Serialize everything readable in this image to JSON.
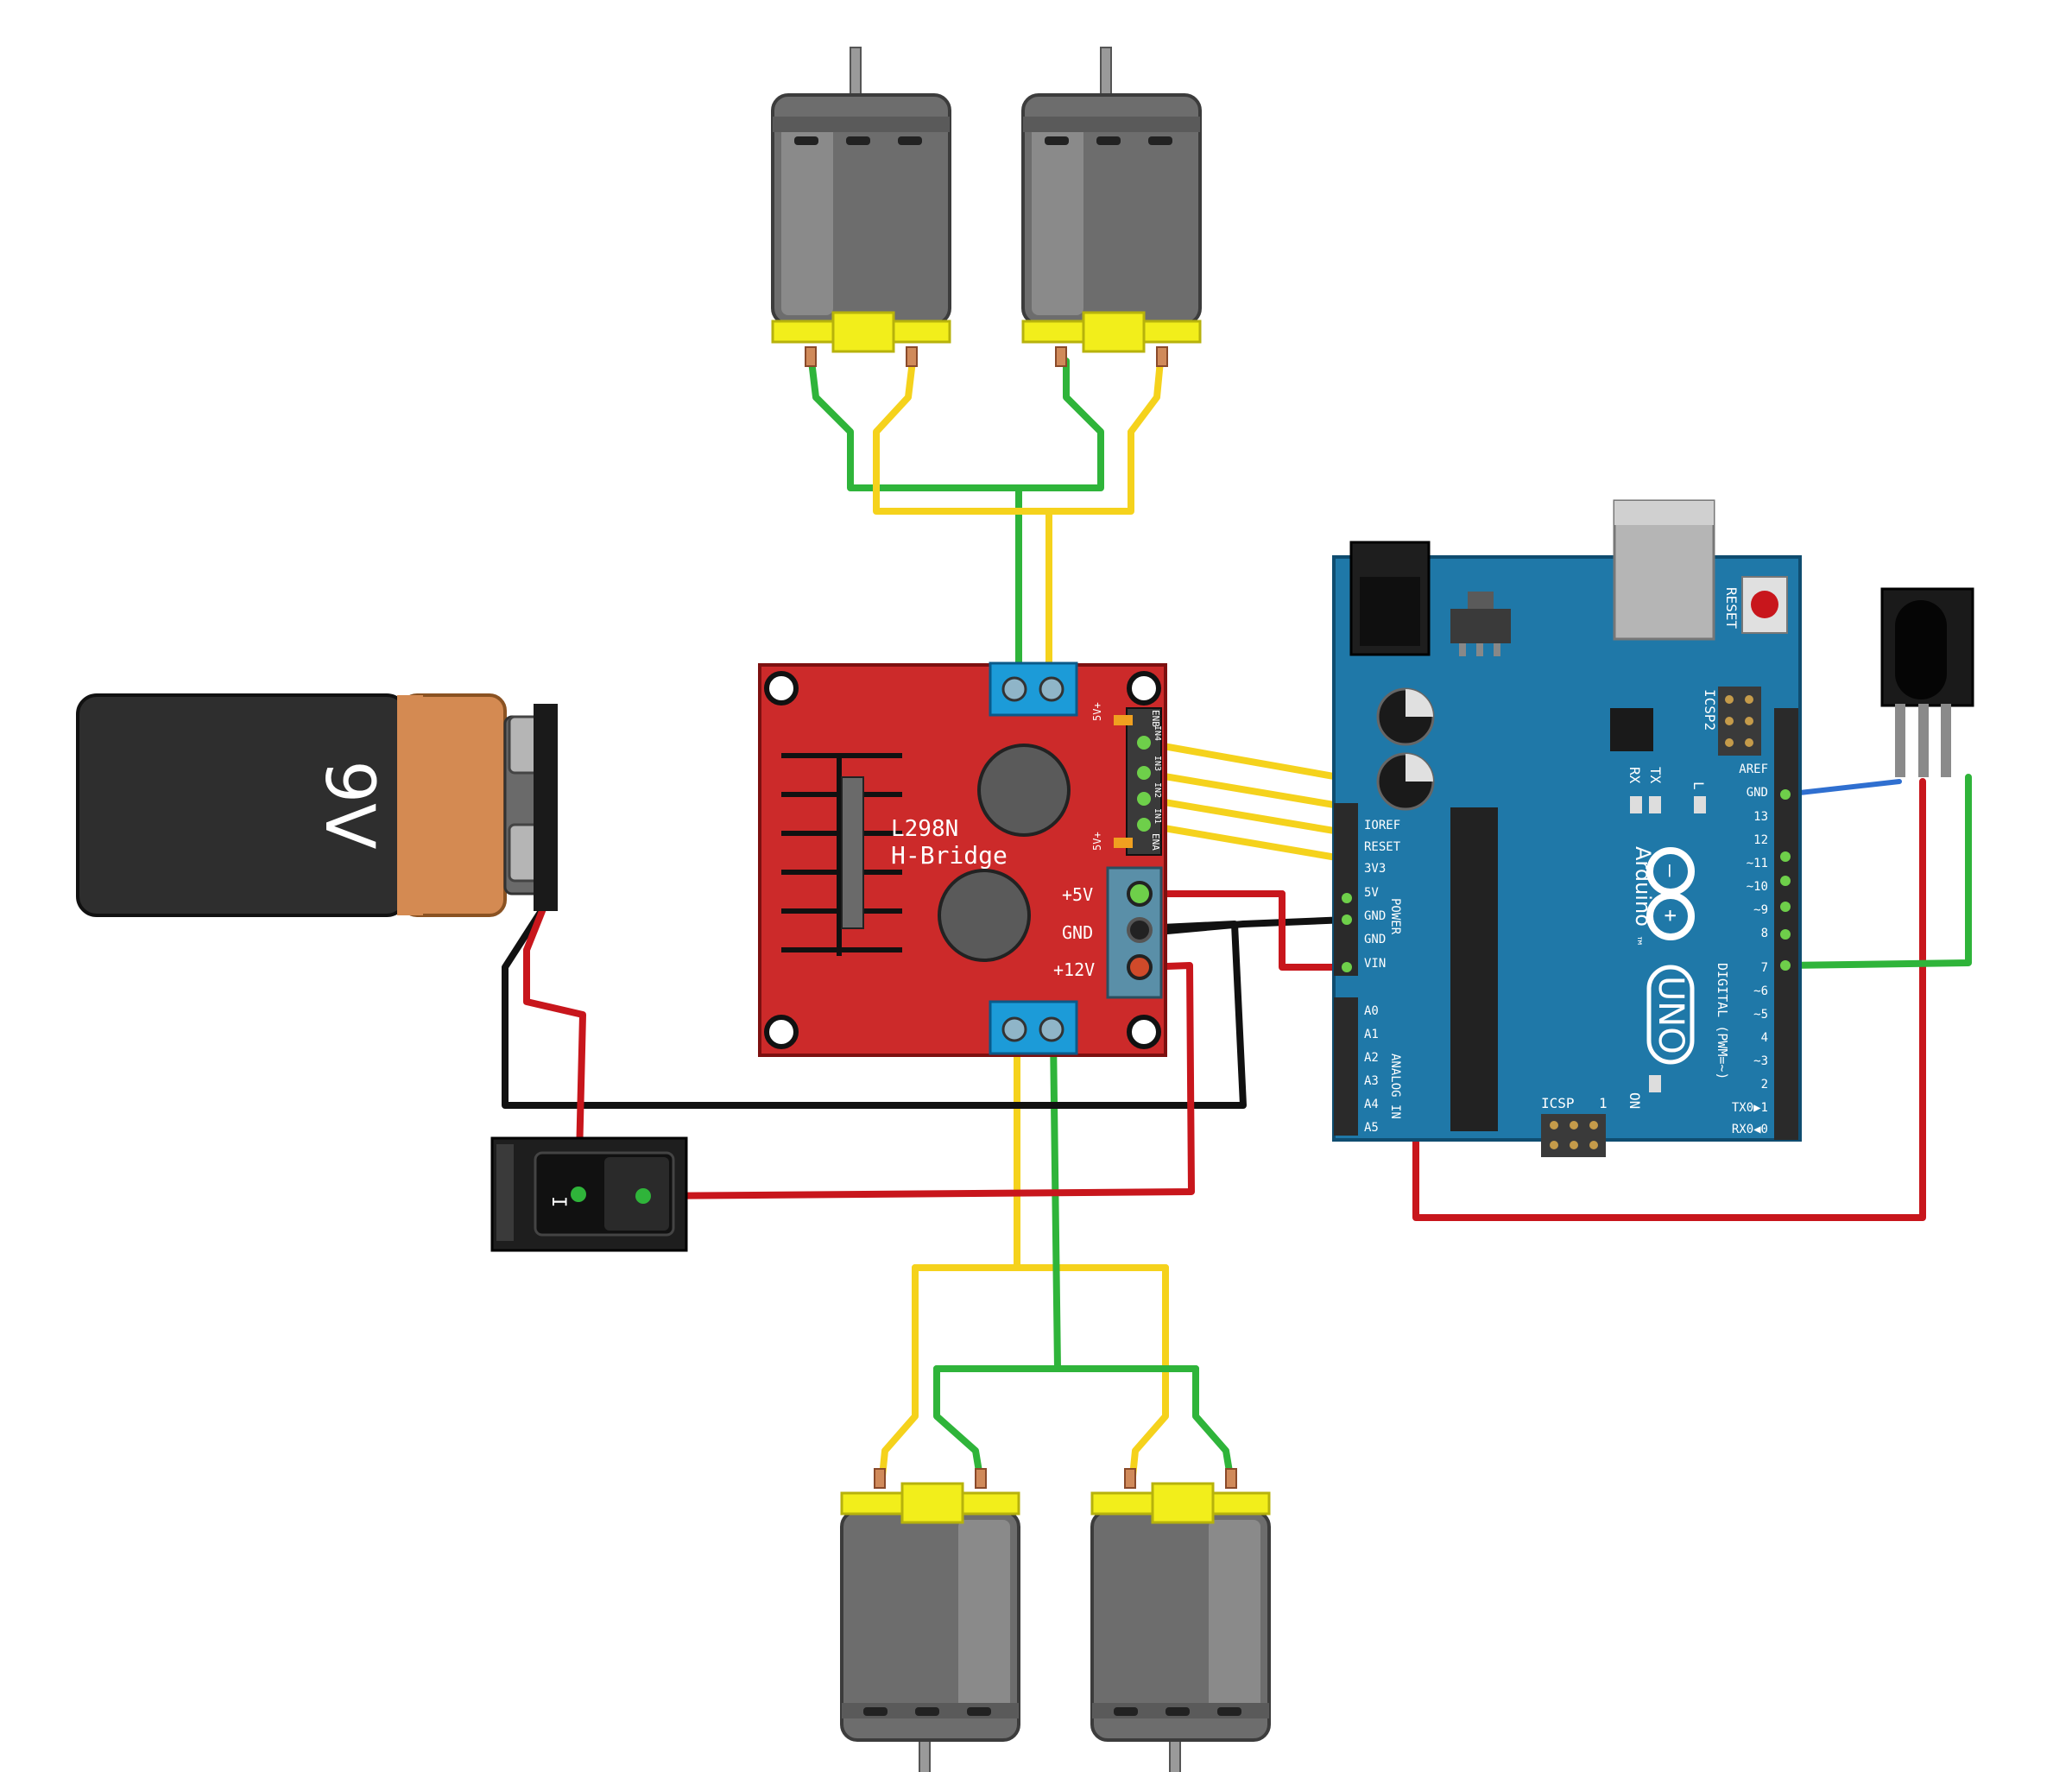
{
  "battery": {
    "label": "9V"
  },
  "hbridge": {
    "title": "L298N",
    "subtitle": "H-Bridge",
    "pin_5v": "+5V",
    "pin_gnd": "GND",
    "pin_12v": "+12V",
    "tag_5v_top": "5V+",
    "tag_5v_bottom": "5V+",
    "tag_enb": "ENB",
    "tag_ena": "ENA",
    "tag_in4": "IN4",
    "tag_in3": "IN3",
    "tag_in2": "IN2",
    "tag_in1": "IN1"
  },
  "switch": {
    "mark": "I"
  },
  "arduino": {
    "reset": "RESET",
    "icsp2": "ICSP2",
    "icsp": "ICSP",
    "icsp_one": "1",
    "tx": "TX",
    "rx": "RX",
    "l": "L",
    "on": "ON",
    "uno": "UNO",
    "brand": "Arduino",
    "tm": "™",
    "aref": "AREF",
    "gnd": "GND",
    "d13": "13",
    "d12": "12",
    "d11": "~11",
    "d10": "~10",
    "d9": "~9",
    "d8": "8",
    "d7": "7",
    "d6": "~6",
    "d5": "~5",
    "d4": "4",
    "d3": "~3",
    "d2": "2",
    "d1": "TX0▶1",
    "d0": "RX0◀0",
    "digital": "DIGITAL (PWM=~)",
    "ioref": "IOREF",
    "reset_pin": "RESET",
    "v33": "3V3",
    "p5v": "5V",
    "pgnd1": "GND",
    "pgnd2": "GND",
    "vin": "VIN",
    "power": "POWER",
    "a0": "A0",
    "a1": "A1",
    "a2": "A2",
    "a3": "A3",
    "a4": "A4",
    "a5": "A5",
    "analog": "ANALOG IN"
  },
  "colors": {
    "wire_red": "#c8161c",
    "wire_black": "#111111",
    "wire_green": "#2fb43a",
    "wire_yellow": "#f5d21c",
    "wire_blue": "#2f6fd0",
    "board_red": "#cc2a2a",
    "arduino_blue": "#1f78a8",
    "motor_gray": "#6d6d6d",
    "motor_yellow": "#f2ee1b",
    "battery_dark": "#2e2e2e",
    "battery_copper": "#d48a52",
    "terminal_blue": "#1c9bd8"
  }
}
